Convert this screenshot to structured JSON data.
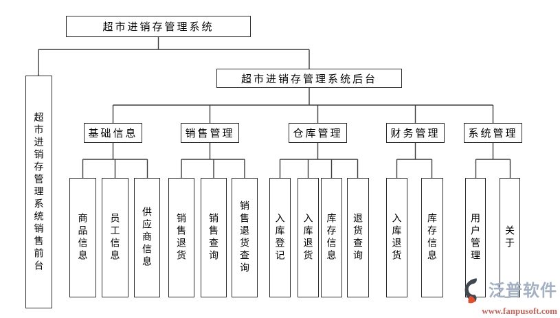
{
  "diagram": {
    "root_label": "超市进销存管理系统",
    "frontend_label": "超市进销存管理系统销售前台",
    "backend_label": "超市进销存管理系统后台",
    "categories": [
      {
        "label": "基础信息",
        "children": [
          "商品信息",
          "员工信息",
          "供应商信息"
        ]
      },
      {
        "label": "销售管理",
        "children": [
          "销售退货",
          "销售查询",
          "销售退货查询"
        ]
      },
      {
        "label": "仓库管理",
        "children": [
          "入库登记",
          "入库退货",
          "库存信息",
          "退货查询"
        ]
      },
      {
        "label": "财务管理",
        "children": [
          "入库退货",
          "库存信息"
        ]
      },
      {
        "label": "系统管理",
        "children": [
          "用户管理",
          "关于"
        ]
      }
    ]
  },
  "watermark": {
    "brand": "泛普软件",
    "url": "www.fanpusoft.com",
    "icon": "fanpu-swirl-icon",
    "brand_color": "#a3b1c2",
    "url_color": "#c2655c"
  },
  "colors": {
    "line": "#3c3c3c",
    "box_border": "#2b2b2b",
    "background": "#ffffff"
  }
}
